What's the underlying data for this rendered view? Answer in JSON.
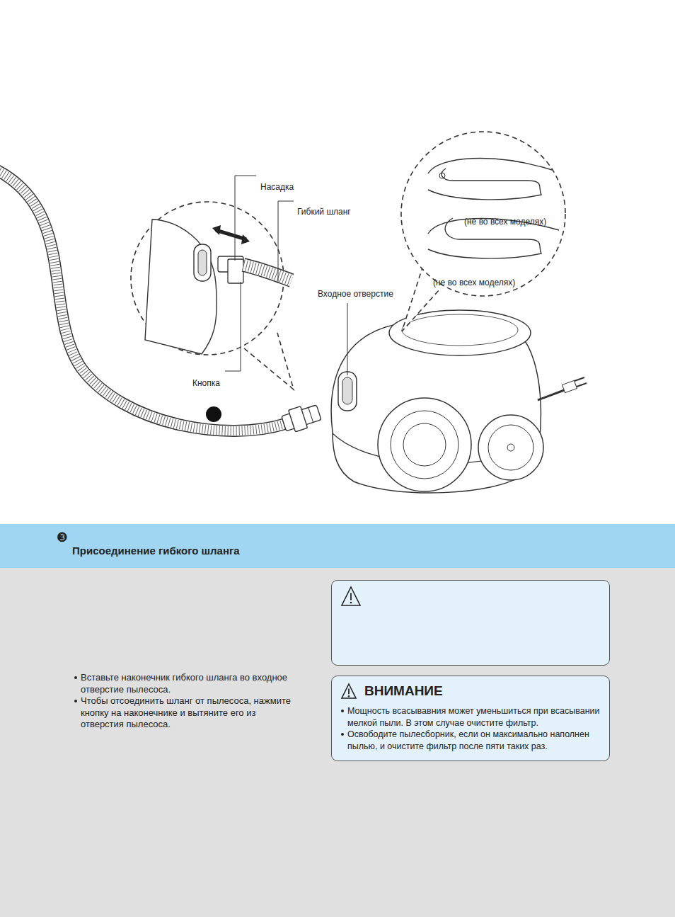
{
  "diagram": {
    "nodes": [
      {
        "text": [
          "Присоединение гибкого шланга"
        ]
      },
      {
        "text": [
          "Вставьте наконечник гибкого шланга во входное отверстие пылесоса.",
          "Чтобы отсоединить шланг от пылесоса, нажмите кнопку на наконечнике и вытяните его из отверстия пылесоса."
        ]
      },
      {
        "text": [
          "ВНИМАНИЕ",
          "Мощность всасывавния может уменьшиться при всасывании мелкой пыли. В этом случае очистите фильтр.",
          "Освободите пылесборник, если он максимально наполнен пылью, и очистите фильтр после пяти таких раз."
        ],
        "in": 1
      }
    ],
    "labels": [
      "Насадка",
      "Гибкий шланг",
      "Входное отверстие",
      "Кнопка",
      "(не во всех моделях)",
      "(не во всех моделях)",
      "❸"
    ]
  }
}
